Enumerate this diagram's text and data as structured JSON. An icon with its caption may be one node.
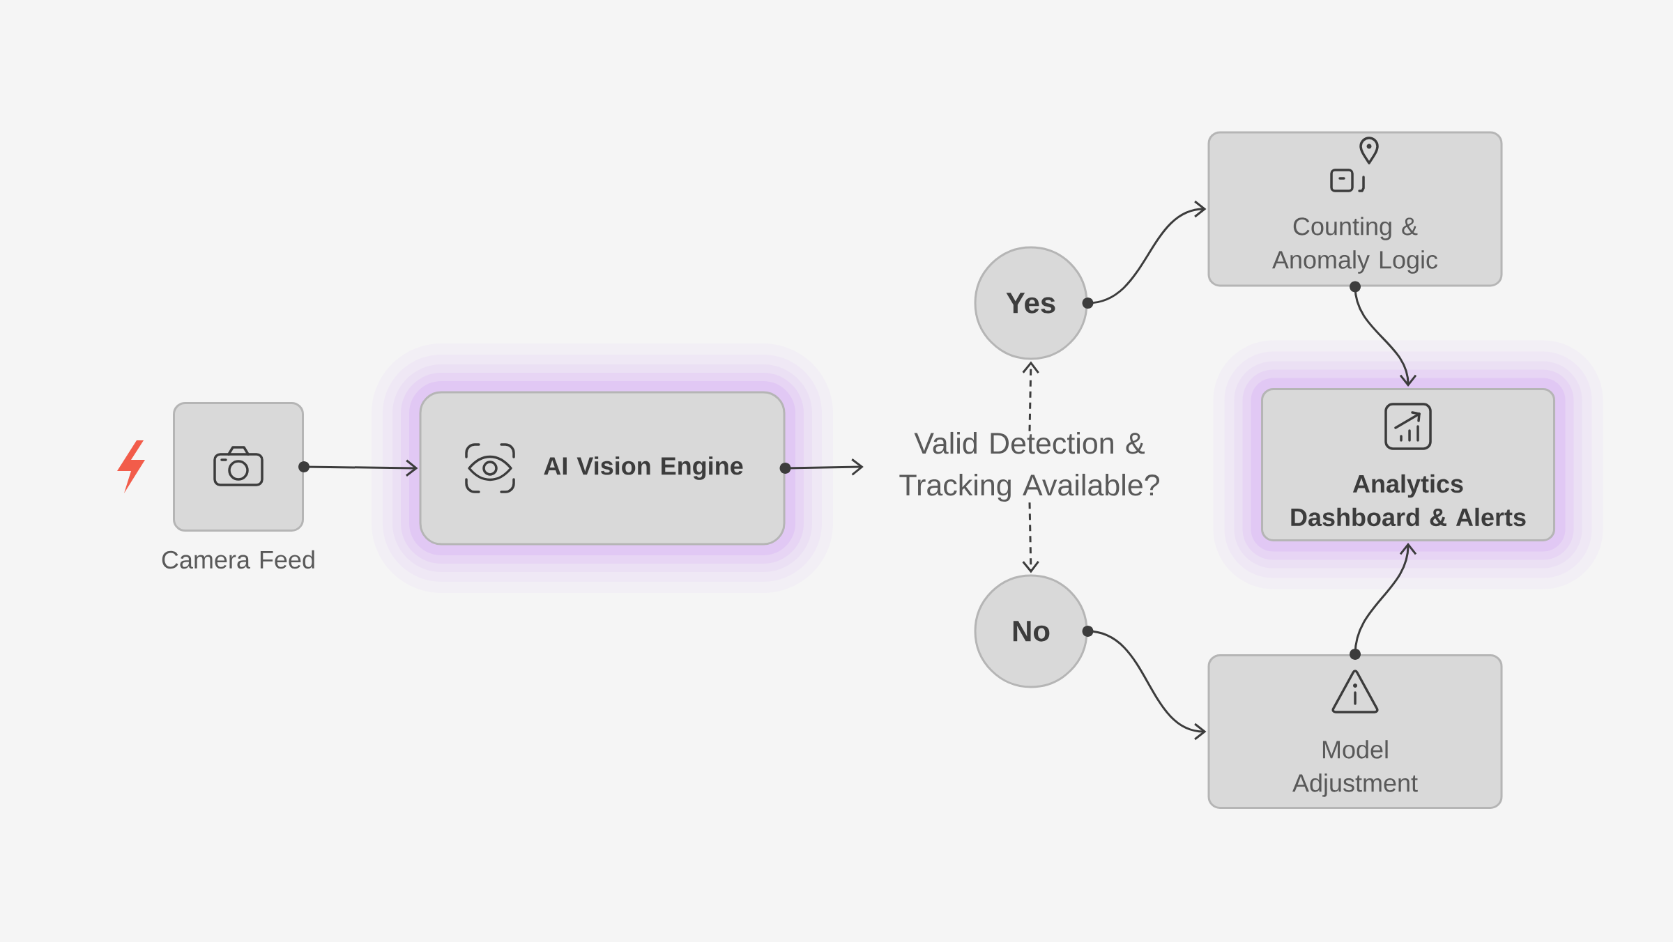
{
  "diagram": {
    "nodes": [
      {
        "text": [
          "Camera Feed"
        ]
      },
      {
        "text": [
          "AI Vision Engine"
        ]
      },
      {
        "text": [
          "Valid Detection & Tracking Available?"
        ]
      },
      {
        "text": [
          "Yes"
        ]
      },
      {
        "text": [
          "No"
        ]
      },
      {
        "text": [
          "Counting & Anomaly Logic"
        ]
      },
      {
        "text": [
          "Analytics Dashboard & Alerts"
        ]
      },
      {
        "text": [
          "Model Adjustment"
        ]
      }
    ],
    "edges": [
      {
        "from": 0,
        "to": 1,
        "arrow": "to"
      },
      {
        "from": 1,
        "to": 2,
        "arrow": "to"
      },
      {
        "from": 2,
        "to": 3,
        "arrow": "to",
        "style": "dashed"
      },
      {
        "from": 2,
        "to": 4,
        "arrow": "to",
        "style": "dashed"
      },
      {
        "from": 3,
        "to": 5,
        "arrow": "to"
      },
      {
        "from": 4,
        "to": 7,
        "arrow": "to"
      },
      {
        "from": 5,
        "to": 6,
        "arrow": "to"
      },
      {
        "from": 7,
        "to": 6,
        "arrow": "to"
      }
    ]
  }
}
